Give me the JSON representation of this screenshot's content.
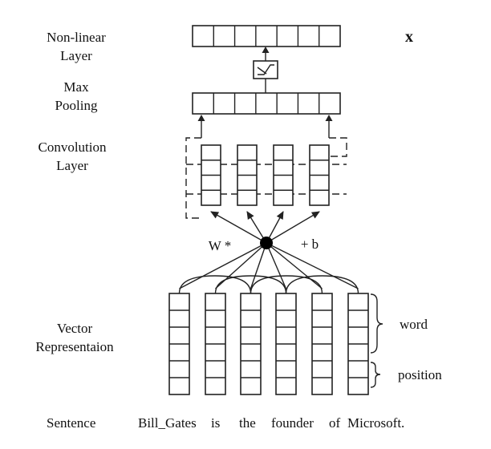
{
  "labels": {
    "nonlinear_line1": "Non-linear",
    "nonlinear_line2": "Layer",
    "x_symbol": "x",
    "maxpool_line1": "Max",
    "maxpool_line2": "Pooling",
    "conv_line1": "Convolution",
    "conv_line2": "Layer",
    "weight": "W *",
    "bias": "+ b",
    "vector_line1": "Vector",
    "vector_line2": "Representaion",
    "word": "word",
    "position": "position",
    "sentence_label": "Sentence"
  },
  "sentence_tokens": [
    "Bill_Gates",
    "is",
    "the",
    "founder",
    "of",
    "Microsoft."
  ],
  "layers": {
    "nonlinear_cells": 7,
    "maxpool_cells": 7,
    "conv_filters": 4,
    "conv_cells_per_filter": 4,
    "vector_columns": 6,
    "vector_cells_per_column": 6
  },
  "colors": {
    "stroke": "#222222",
    "node": "#000000"
  }
}
